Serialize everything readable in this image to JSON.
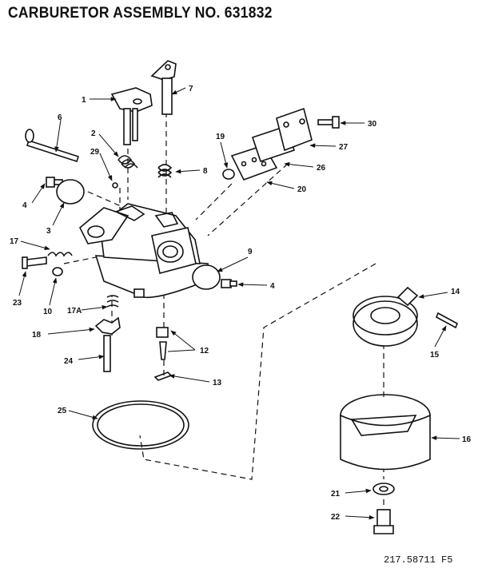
{
  "title": "CARBURETOR ASSEMBLY NO. 631832",
  "footer_code": "217.58711 F5",
  "labels": {
    "p1": "1",
    "p2": "2",
    "p3": "3",
    "p4a": "4",
    "p4b": "4",
    "p6": "6",
    "p7": "7",
    "p8": "8",
    "p9": "9",
    "p10": "10",
    "p12": "12",
    "p13": "13",
    "p14": "14",
    "p15": "15",
    "p16": "16",
    "p17": "17",
    "p17a": "17A",
    "p18": "18",
    "p19": "19",
    "p20": "20",
    "p21": "21",
    "p22": "22",
    "p23": "23",
    "p24": "24",
    "p25": "25",
    "p26": "26",
    "p27": "27",
    "p29": "29",
    "p30": "30"
  }
}
